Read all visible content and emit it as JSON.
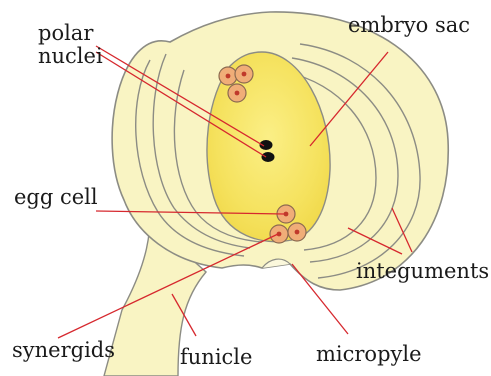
{
  "diagram": {
    "labels": {
      "polar_line1": "polar",
      "polar_line2": "nuclei",
      "embryo_sac": "embryo sac",
      "egg_cell": "egg cell",
      "integuments": "integuments",
      "synergids": "synergids",
      "funicle": "funicle",
      "micropyle": "micropyle"
    },
    "colors": {
      "ovule_fill": "#f9f4c3",
      "embryo_sac_fill": "#f7e66f",
      "outline": "#8c8c84",
      "leader_line": "#d6282e",
      "cell_fill": "#f0ad78",
      "cell_nucleus": "#c0392b",
      "polar_nucleus": "#111111"
    }
  }
}
